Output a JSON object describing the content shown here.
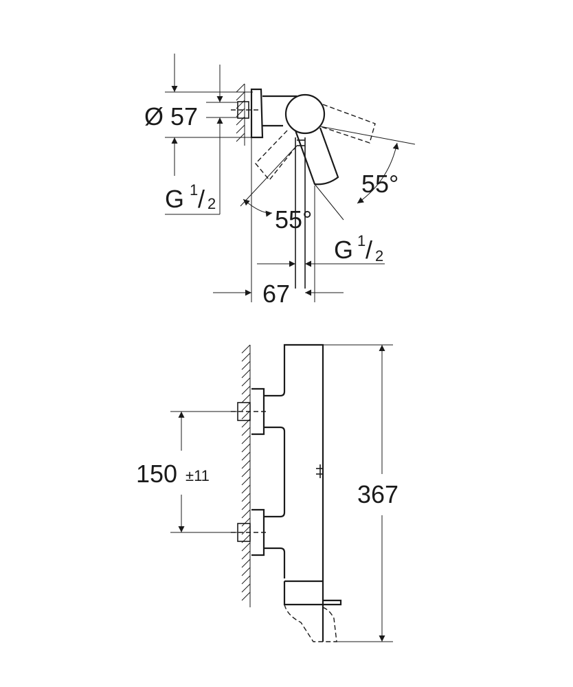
{
  "top_view": {
    "diameter_symbol": "Ø",
    "diameter_value": "57",
    "thread_left": {
      "base": "G",
      "num": "1",
      "den": "2"
    },
    "thread_right": {
      "base": "G",
      "num": "1",
      "den": "2"
    },
    "angle_right": "55°",
    "angle_bottom": "55°",
    "depth": "67"
  },
  "side_view": {
    "spacing": "150",
    "tolerance": "±11",
    "height": "367"
  }
}
